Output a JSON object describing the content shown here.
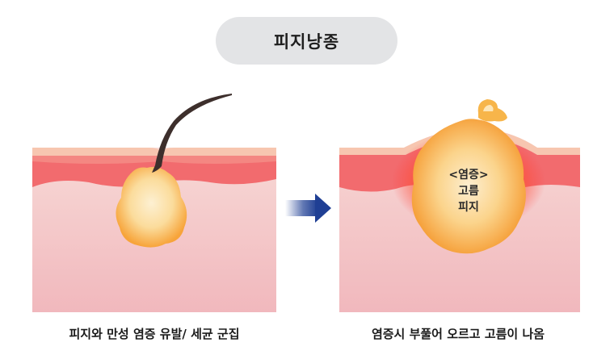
{
  "header": {
    "title": "피지낭종"
  },
  "left_panel": {
    "caption": "피지와 만성 염증 유발/ 세균 군집"
  },
  "right_panel": {
    "caption": "염증시 부풀어 오르고 고름이 나옴",
    "label_lines": [
      "<염증>",
      "고름",
      "피지"
    ]
  },
  "colors": {
    "skin_base": "#f3c2c4",
    "skin_band": "#f26b6e",
    "skin_top": "#f7c9b6",
    "cyst_outer": "#f7a53a",
    "cyst_inner": "#fbe2b6",
    "arrow": "#1f3f94",
    "hair": "#3d2f2c"
  },
  "icons": {
    "arrow": "arrow-right-icon"
  }
}
